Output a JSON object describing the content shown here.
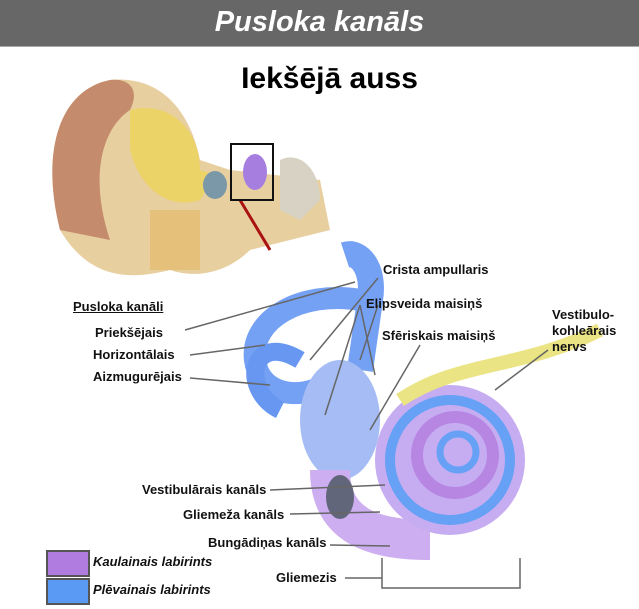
{
  "header": {
    "title": "Pusloka kanāls"
  },
  "subtitle": "Iekšējā auss",
  "labels": {
    "group_heading": "Pusloka kanāli",
    "anterior": "Priekšējais",
    "horizontal": "Horizontālais",
    "posterior": "Aizmugurējais",
    "crista": "Crista ampullaris",
    "utricle": "Elipsveida maisiņš",
    "saccule": "Sfēriskais maisiņš",
    "nerve": "Vestibulo-\nkohleārais\nnervs",
    "vestibular_canal": "Vestibulārais kanāls",
    "cochlear_duct": "Gliemeža kanāls",
    "tympanic_canal": "Bungādiņas kanāls",
    "cochlea": "Gliemezis"
  },
  "legend": [
    {
      "label": "Kaulainais labirints",
      "color": "#b07ce0"
    },
    {
      "label": "Plēvainais labirints",
      "color": "#5a9af5"
    }
  ]
}
